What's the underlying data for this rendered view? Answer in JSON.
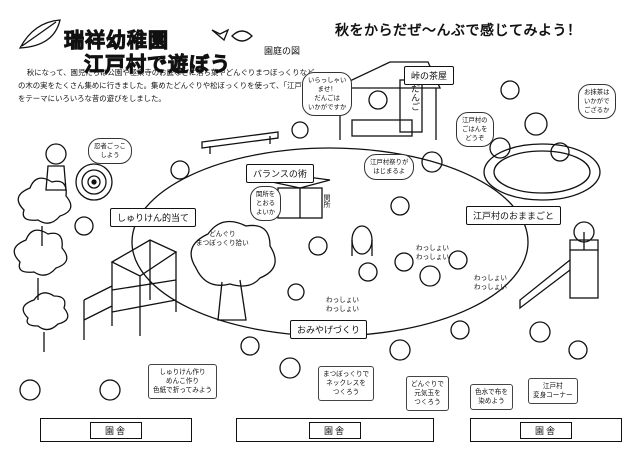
{
  "header": {
    "title_line1": "瑞祥幼稚園",
    "title_line2": "江戸村で遊ぼう",
    "slogan": "秋をからだぜ〜んぶで感じてみよう！",
    "garden_map_label": "園庭の図"
  },
  "intro_text": "秋になって、園児たちは公園や極楽寺のお庭などに落ち葉やどんぐりまつぼっくりなどの木の実をたくさん集めに行きました。集めたどんぐりや松ぼっくりを使って、「江戸村」をテーマにいろいろな昔の遊びをしました。",
  "areas": {
    "teahouse": "峠の茶屋",
    "teahouse_sign": "だんご",
    "balance": "バランスの術",
    "shuriken": "しゅりけん的当て",
    "omiyage": "おみやげづくり",
    "mamagoto": "江戸村のおままごと",
    "sekisho": "関所"
  },
  "bubbles": {
    "ninja": "忍者ごっこ\nしよう",
    "teahouse_greeting": "いらっしゃい\nませ！\nだんごは\nいかがですか",
    "otea": "お抹茶は\nいかがで\nござるか",
    "edo_gohan": "江戸村の\nごはんを\nどうぞ",
    "festival": "江戸村祭りが\nはじまるよ",
    "sekisho_talk": "関所を\nとおる\nよいか",
    "donguri_race": "どんぐり\nまつぼっくり拾い",
    "wassho1": "わっしょい\nわっしょい",
    "wassho2": "わっしょい\nわっしょい",
    "wassho3": "わっしょい\nわっしょい"
  },
  "notes": {
    "shuriken_make": "しゅりけん作り\nめんこ作り\n色紙で折ってみよう",
    "necklace": "まつぼっくりで\nネックレスを\nつくろう",
    "donguri_top": "どんぐりで\n元気玉を\nつくろう",
    "dye": "色水で布を\n染めよう",
    "henshin": "江戸村\n変身コーナー"
  },
  "buildings": [
    "園舎",
    "園舎",
    "園舎"
  ]
}
